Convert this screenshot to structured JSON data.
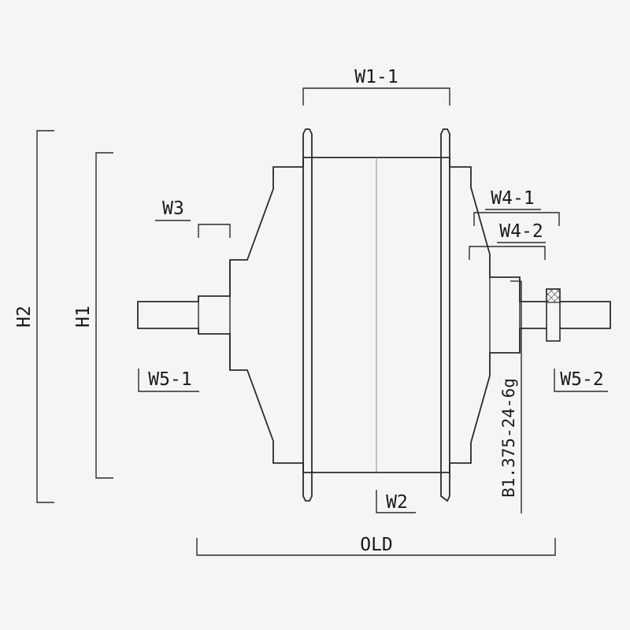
{
  "colors": {
    "background": "#f5f5f5",
    "line": "#2b2b2b",
    "centerline": "#8f8f8f",
    "text": "#1a1a1a"
  },
  "labels": {
    "w1_1": "W1-1",
    "h2": "H2",
    "h1": "H1",
    "w3": "W3",
    "w4_1": "W4-1",
    "w4_2": "W4-2",
    "w5_1": "W5-1",
    "w5_2": "W5-2",
    "w2": "W2",
    "old": "OLD",
    "thread": "B1.375-24-6g"
  }
}
